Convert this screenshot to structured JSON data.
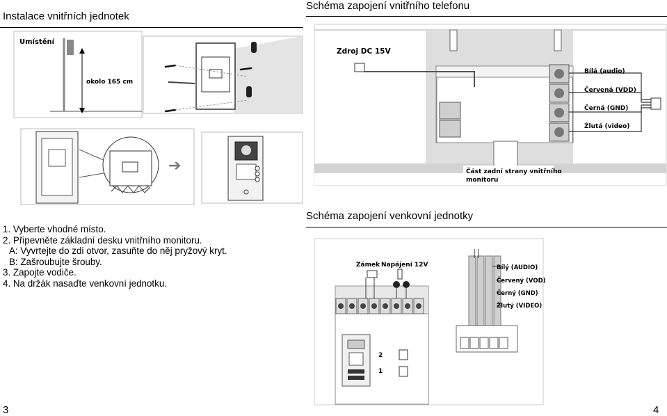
{
  "left_page": {
    "title": "Instalace vnitřních jednotek",
    "figure_labels": {
      "location": "Umístění",
      "height": "okolo 165 cm"
    },
    "steps": [
      "1. Vyberte vhodné místo.",
      "2. Připevněte základní desku vnitřního monitoru.",
      "A: Vyvrtejte do zdi otvor, zasuňte do něj pryžový kryt.",
      "B: Zašroubujte šrouby.",
      "3. Zapojte vodiče.",
      "4. Na držák nasaďte venkovní jednotku."
    ],
    "page_number": "3"
  },
  "right_page": {
    "title_indoor": "Schéma zapojení vnitřního telefonu",
    "indoor_labels": {
      "power": "Zdroj DC 15V",
      "white": "Bílá (audio)",
      "red": "Červená (VDD)",
      "black": "Černá (GND)",
      "yellow": "Žlutá (video)",
      "back_line1": "Část zadní strany vnitřního",
      "back_line2": "monitoru"
    },
    "title_outdoor": "Schéma zapojení venkovní jednotky",
    "outdoor_labels": {
      "lock": "Zámek",
      "power": "Napájení 12V",
      "white": "Bílý (AUDIO)",
      "red": "Červený (VOD)",
      "black": "Černý (GND)",
      "yellow": "Žlutý (VIDEO)",
      "n2": "2",
      "n1": "1"
    },
    "page_number": "4"
  }
}
